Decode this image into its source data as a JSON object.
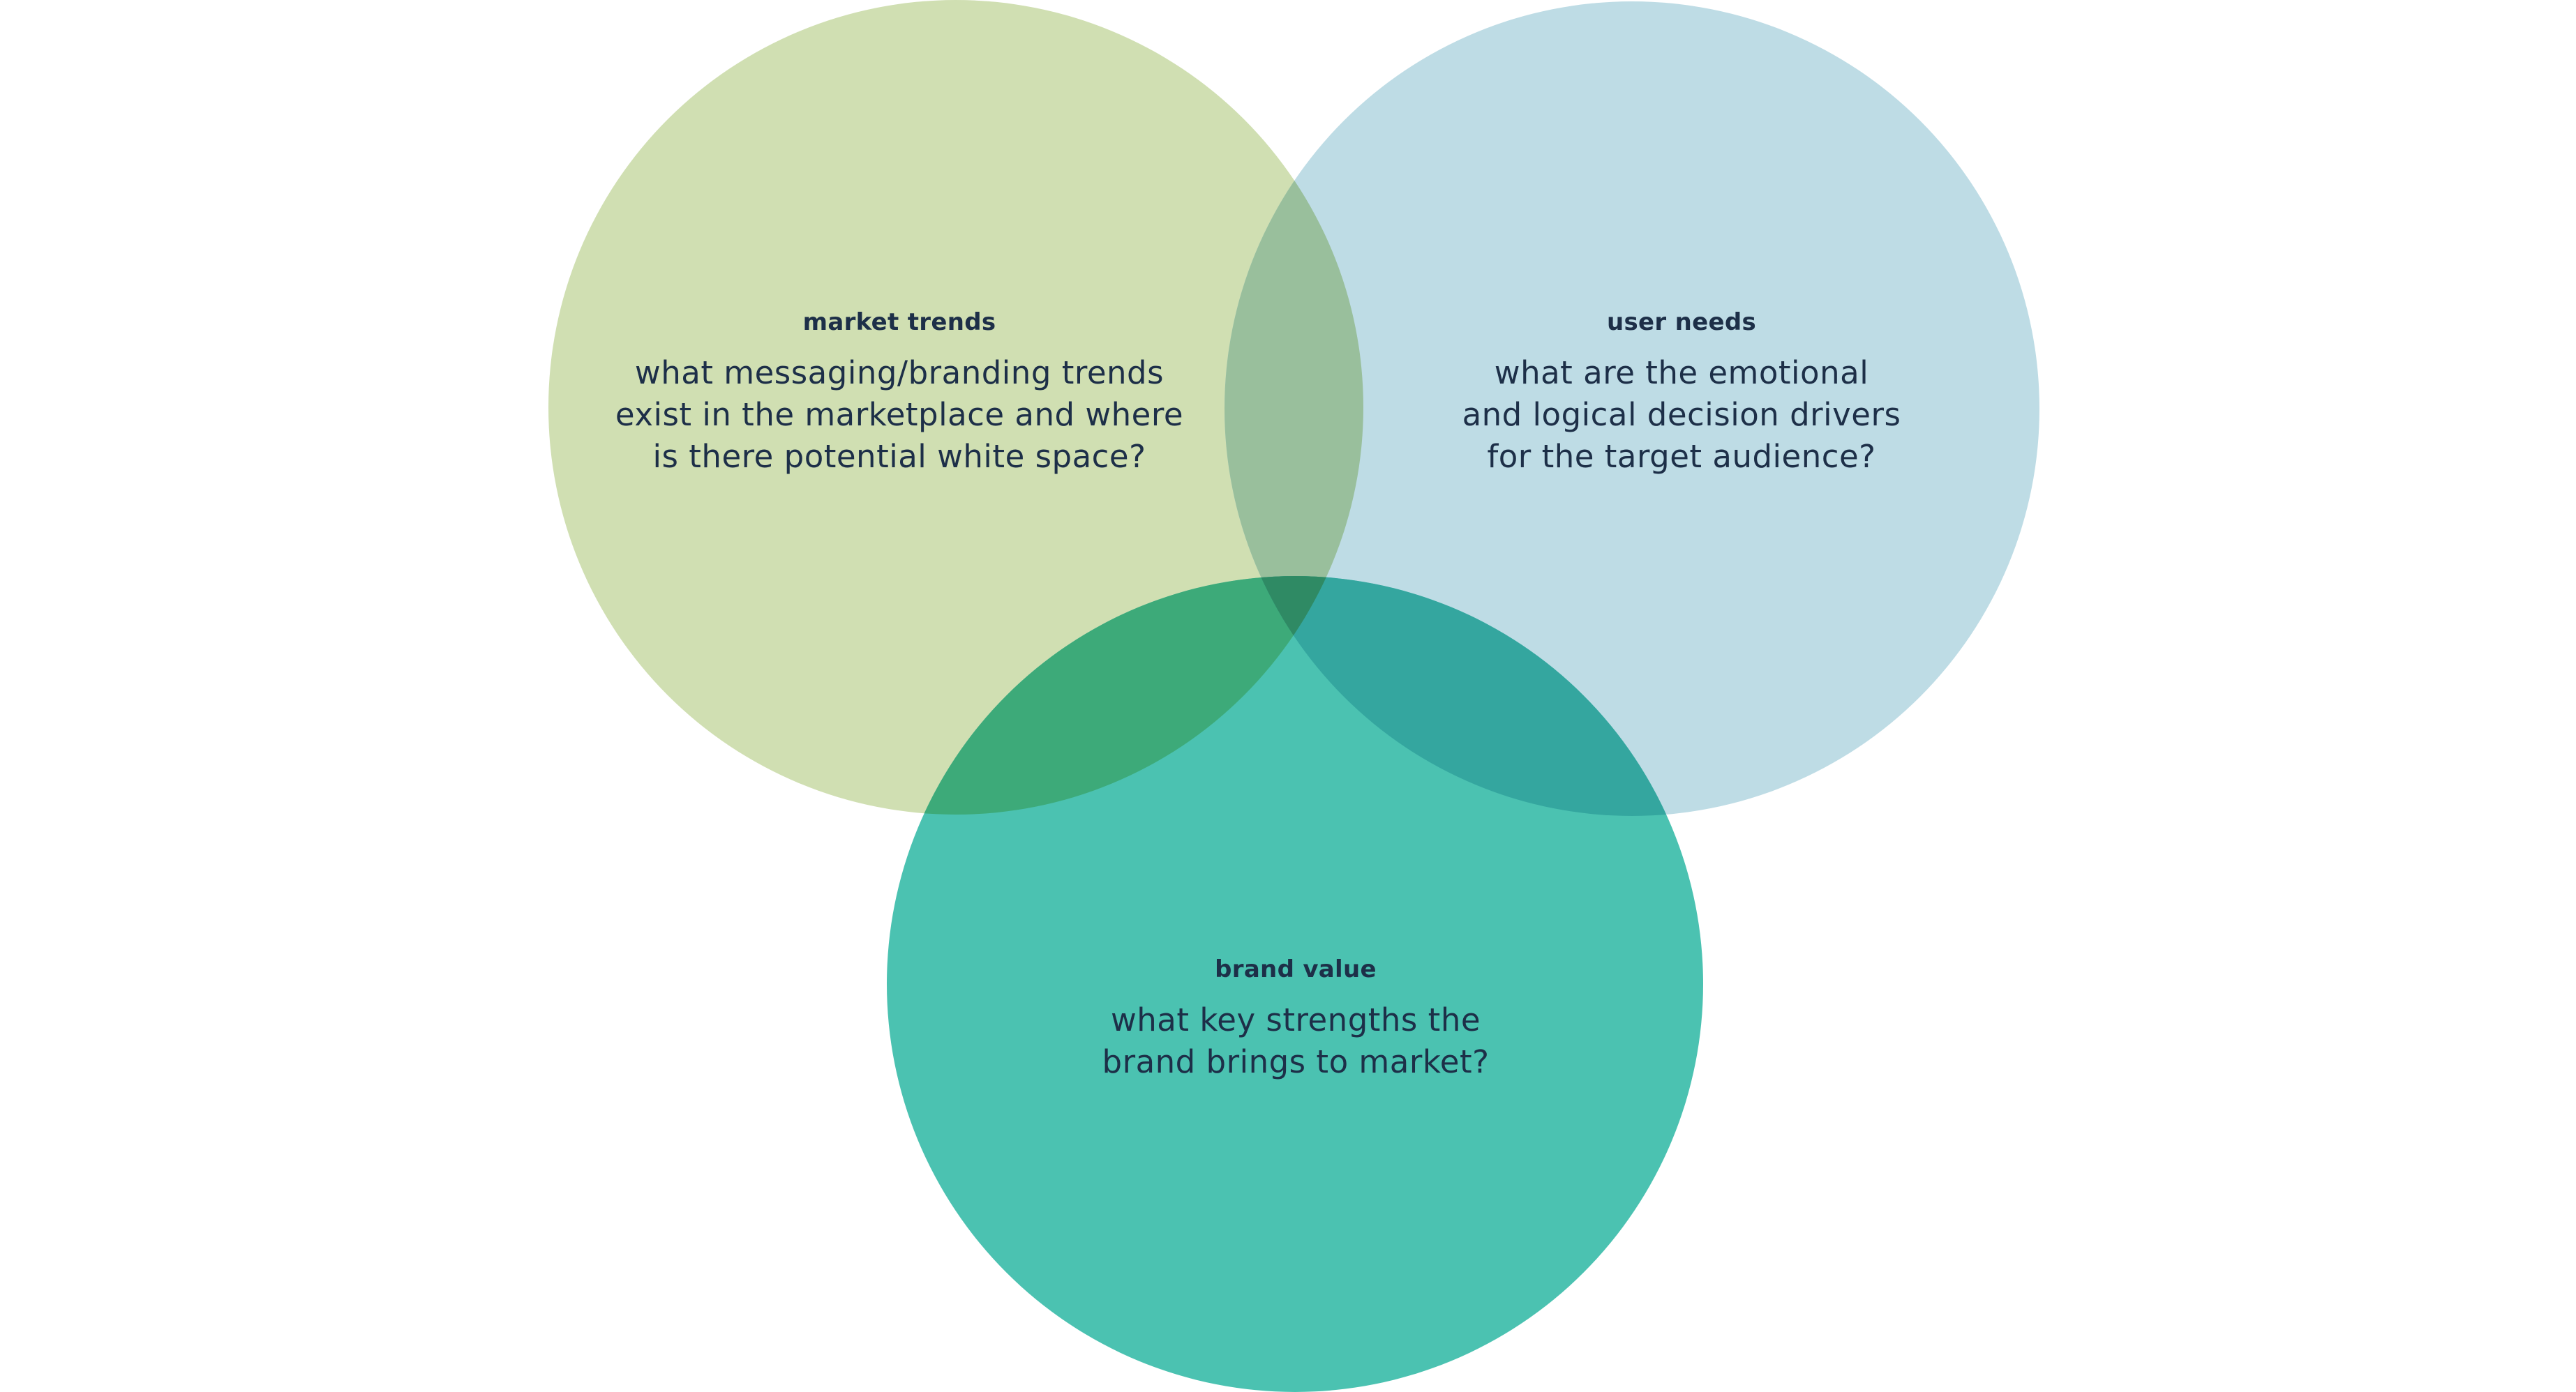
{
  "diagram": {
    "type": "venn",
    "colors": {
      "market_trends": "#d0dfb2",
      "user_needs": "#bedce5",
      "brand_value": "#4bc2b1",
      "overlap_market_user": "#99bf9c",
      "overlap_market_brand": "#3daa79",
      "overlap_user_brand": "#34a69f",
      "overlap_center": "#2f8a64",
      "text": "#1d2f48"
    },
    "sets": [
      {
        "id": "market_trends",
        "title": "market trends",
        "question": "what messaging/branding trends\nexist in the marketplace and where\nis there potential white space?"
      },
      {
        "id": "user_needs",
        "title": "user needs",
        "question": "what are the emotional\nand logical decision drivers\nfor the target audience?"
      },
      {
        "id": "brand_value",
        "title": "brand value",
        "question": "what key strengths the\nbrand brings to market?"
      }
    ]
  }
}
